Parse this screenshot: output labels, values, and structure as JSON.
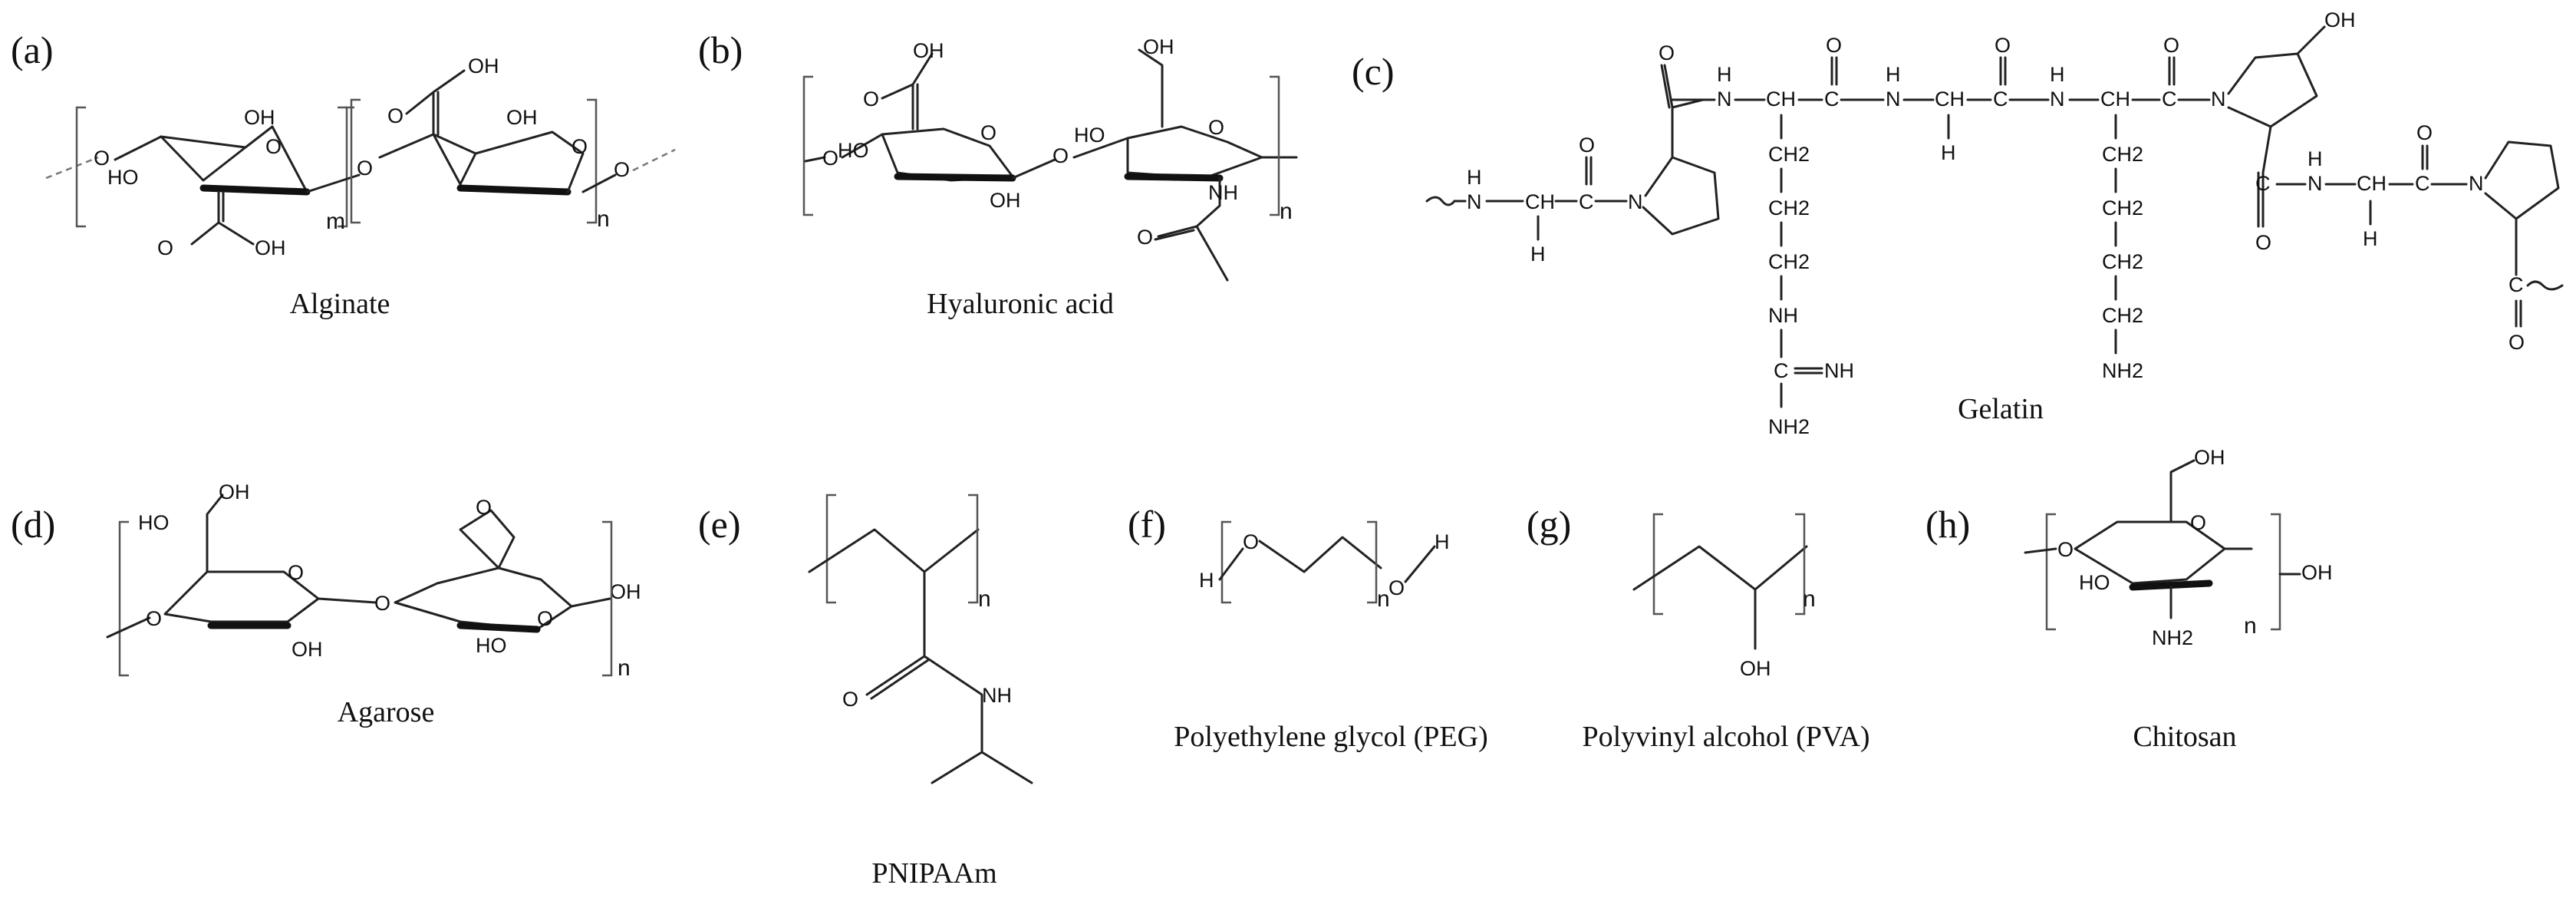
{
  "panels": [
    {
      "id": "a",
      "label": "(a)",
      "caption": "Alginate"
    },
    {
      "id": "b",
      "label": "(b)",
      "caption": "Hyaluronic acid"
    },
    {
      "id": "c",
      "label": "(c)",
      "caption": "Gelatin"
    },
    {
      "id": "d",
      "label": "(d)",
      "caption": "Agarose"
    },
    {
      "id": "e",
      "label": "(e)",
      "caption": "PNIPAAm"
    },
    {
      "id": "f",
      "label": "(f)",
      "caption": "Polyethylene glycol (PEG)"
    },
    {
      "id": "g",
      "label": "(g)",
      "caption": "Polyvinyl alcohol (PVA)"
    },
    {
      "id": "h",
      "label": "(h)",
      "caption": "Chitosan"
    }
  ],
  "atoms": {
    "oh": "OH",
    "ho": "HO",
    "o": "O",
    "n_atom": "N",
    "nh": "NH",
    "nh2": "NH2",
    "ch": "CH",
    "ch2": "CH2",
    "c": "C",
    "h": "H",
    "o_eq": "O=",
    "nh_eq": "=NH",
    "n": "n",
    "m": "m"
  }
}
